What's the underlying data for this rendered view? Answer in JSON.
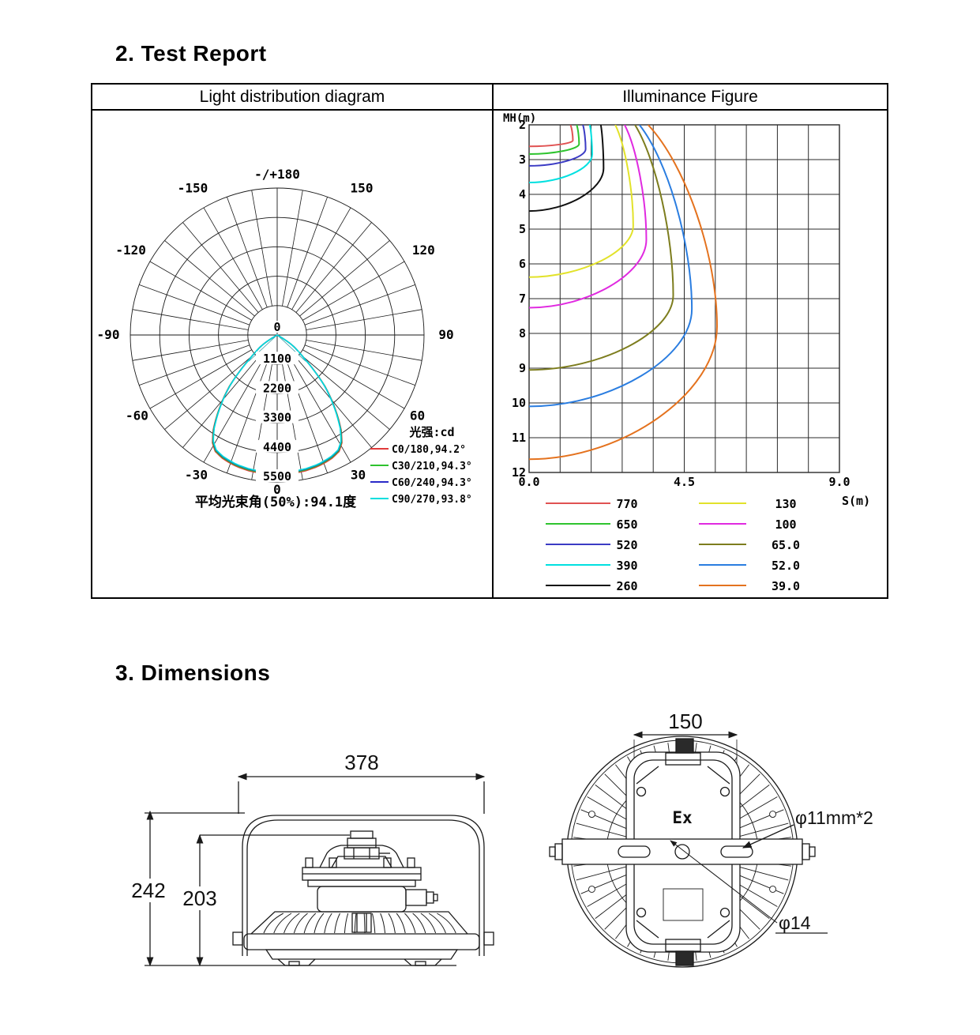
{
  "sections": {
    "test_report": "2. Test Report",
    "dimensions": "3. Dimensions"
  },
  "table": {
    "headers": [
      "Light distribution diagram",
      "Illuminance Figure"
    ]
  },
  "chart_data": [
    {
      "type": "polar",
      "name": "light-distribution-diagram",
      "legend_title": "光强:cd",
      "radial_ticks": [
        "1100",
        "2200",
        "3300",
        "4400",
        "5500"
      ],
      "center_tick": "0",
      "ring_step_cd": 1100,
      "angle_ticks": [
        {
          "deg": 0,
          "label": "0"
        },
        {
          "deg": 30,
          "label": "30"
        },
        {
          "deg": -30,
          "label": "-30"
        },
        {
          "deg": 60,
          "label": "60"
        },
        {
          "deg": -60,
          "label": "-60"
        },
        {
          "deg": 90,
          "label": "90"
        },
        {
          "deg": -90,
          "label": "-90"
        },
        {
          "deg": 120,
          "label": "120"
        },
        {
          "deg": -120,
          "label": "-120"
        },
        {
          "deg": 150,
          "label": "150"
        },
        {
          "deg": -150,
          "label": "-150"
        },
        {
          "deg": 180,
          "label": "-/+180"
        }
      ],
      "series": [
        {
          "label": "C0/180,94.2°",
          "color": "#e03a3a",
          "scale": 1.012
        },
        {
          "label": "C30/210,94.3°",
          "color": "#2ec22e",
          "scale": 1.006
        },
        {
          "label": "C60/240,94.3°",
          "color": "#2a2ac8",
          "scale": 1.0
        },
        {
          "label": "C90/270,93.8°",
          "color": "#00dede",
          "scale": 0.997
        }
      ],
      "beam_profile_cd_by_deg": [
        [
          0,
          5150
        ],
        [
          6,
          5150
        ],
        [
          12,
          5130
        ],
        [
          18,
          5080
        ],
        [
          24,
          4990
        ],
        [
          28,
          4880
        ],
        [
          31,
          4650
        ],
        [
          34,
          4230
        ],
        [
          37,
          3690
        ],
        [
          40,
          3140
        ],
        [
          43,
          2590
        ],
        [
          46,
          1930
        ],
        [
          49,
          1360
        ],
        [
          52,
          1010
        ],
        [
          55,
          750
        ],
        [
          57,
          550
        ],
        [
          58.5,
          320
        ],
        [
          60,
          0
        ]
      ],
      "beam_indicator": {
        "deg": 47.3,
        "cd": 1450
      },
      "beam_angle_note": "平均光束角(50%):94.1度"
    },
    {
      "type": "contour",
      "name": "illuminance-figure",
      "ylabel": "MH(m)",
      "xlabel": "S(m)",
      "xlim": [
        0,
        9
      ],
      "ylim": [
        2,
        12
      ],
      "grid_step_x": 0.9,
      "grid_step_y": 1,
      "x_tick_labels": [
        {
          "x": 0,
          "label": "0.0"
        },
        {
          "x": 4.5,
          "label": "4.5"
        },
        {
          "x": 9,
          "label": "9.0"
        }
      ],
      "y_tick_labels": [
        "2",
        "3",
        "4",
        "5",
        "6",
        "7",
        "8",
        "9",
        "10",
        "11",
        "12"
      ],
      "series": [
        {
          "label": "770",
          "color": "#e05252",
          "top_x": 1.2,
          "bulge": [
            1.27,
            2.45
          ],
          "left_y": 2.62
        },
        {
          "label": "650",
          "color": "#2fc42f",
          "top_x": 1.38,
          "bulge": [
            1.45,
            2.55
          ],
          "left_y": 2.84
        },
        {
          "label": "520",
          "color": "#3b3bc4",
          "top_x": 1.56,
          "bulge": [
            1.64,
            2.7
          ],
          "left_y": 3.18
        },
        {
          "label": "390",
          "color": "#00e0e0",
          "top_x": 1.76,
          "bulge": [
            1.83,
            2.85
          ],
          "left_y": 3.66
        },
        {
          "label": "260",
          "color": "#101010",
          "top_x": 2.08,
          "bulge": [
            2.16,
            3.25
          ],
          "left_y": 4.48
        },
        {
          "label": "130",
          "color": "#e2e22a",
          "top_x": 2.5,
          "bulge": [
            3.02,
            4.9
          ],
          "left_y": 6.38
        },
        {
          "label": "100",
          "color": "#e02ae0",
          "top_x": 2.77,
          "bulge": [
            3.4,
            5.3
          ],
          "left_y": 7.26
        },
        {
          "label": "65.0",
          "color": "#7d7d1e",
          "top_x": 3.07,
          "bulge": [
            4.18,
            6.9
          ],
          "left_y": 9.05
        },
        {
          "label": "52.0",
          "color": "#2a7de0",
          "top_x": 3.2,
          "bulge": [
            4.72,
            7.3
          ],
          "left_y": 10.1
        },
        {
          "label": "39.0",
          "color": "#e4721e",
          "top_x": 3.45,
          "bulge": [
            5.45,
            7.8
          ],
          "left_y": 11.62
        }
      ],
      "legend_columns": [
        [
          "770",
          "650",
          "520",
          "390",
          "260"
        ],
        [
          "130",
          "100",
          "65.0",
          "52.0",
          "39.0"
        ]
      ]
    }
  ],
  "dimension_drawings": {
    "side_view": {
      "width": "378",
      "overall_height": "242",
      "body_height": "203"
    },
    "top_view": {
      "hole_spacing": "150",
      "slot_label": "φ11mm*2",
      "center_hole_label": "φ14",
      "marking": "Ex"
    }
  }
}
